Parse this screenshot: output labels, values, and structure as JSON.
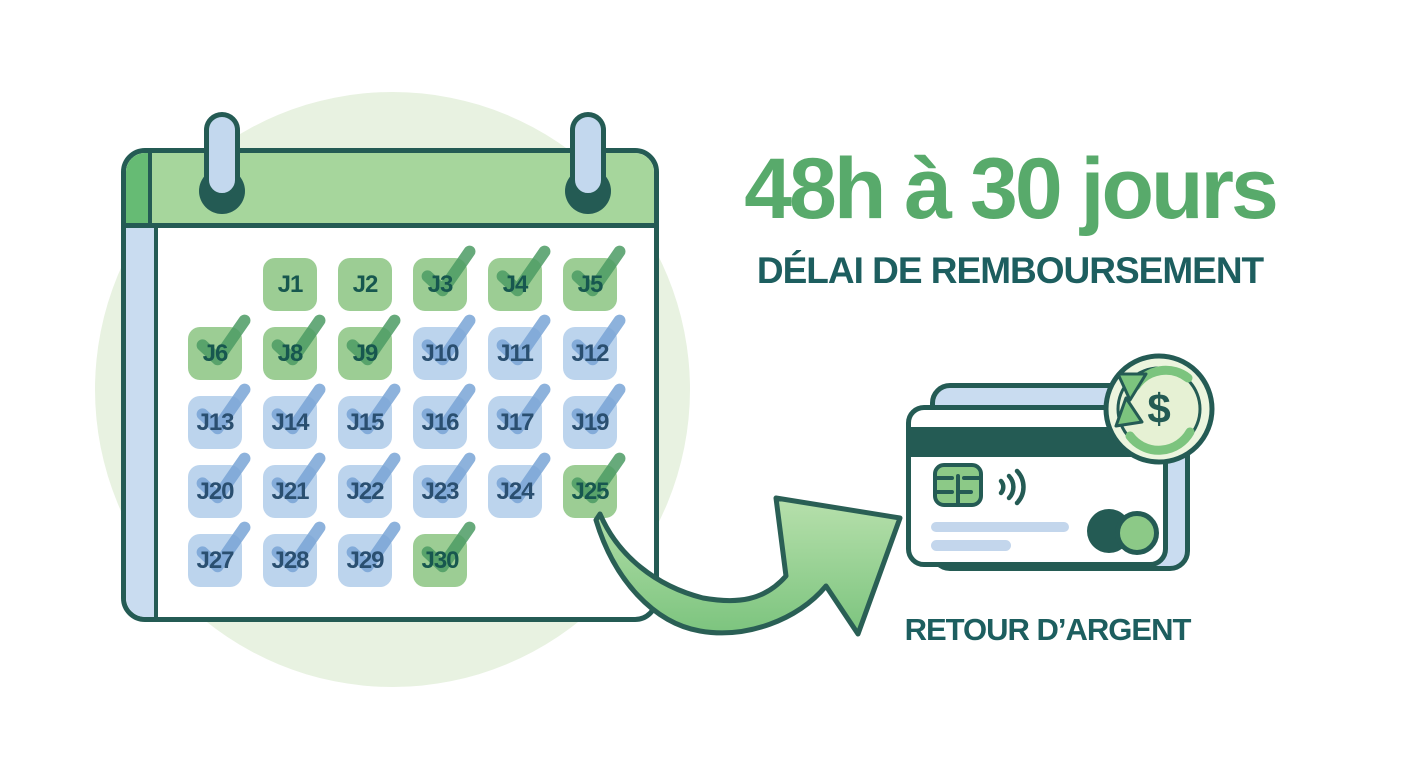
{
  "title": {
    "text": "48h à 30 jours"
  },
  "subtitle": {
    "text": "DÉLAI DE REMBOURSEMENT"
  },
  "caption": {
    "text": "RETOUR D’ARGENT"
  },
  "badge": {
    "dollar": "$"
  },
  "calendar": {
    "rows": 5,
    "cols": 6,
    "cells": [
      {
        "label": "J1",
        "row": 0,
        "col": 1,
        "variant": "green",
        "checked": false
      },
      {
        "label": "J2",
        "row": 0,
        "col": 2,
        "variant": "green",
        "checked": false
      },
      {
        "label": "J3",
        "row": 0,
        "col": 3,
        "variant": "green",
        "checked": true
      },
      {
        "label": "J4",
        "row": 0,
        "col": 4,
        "variant": "green",
        "checked": true
      },
      {
        "label": "J5",
        "row": 0,
        "col": 5,
        "variant": "green",
        "checked": true
      },
      {
        "label": "J6",
        "row": 1,
        "col": 0,
        "variant": "green",
        "checked": true
      },
      {
        "label": "J8",
        "row": 1,
        "col": 1,
        "variant": "green",
        "checked": true
      },
      {
        "label": "J9",
        "row": 1,
        "col": 2,
        "variant": "green",
        "checked": true
      },
      {
        "label": "J10",
        "row": 1,
        "col": 3,
        "variant": "blue",
        "checked": true
      },
      {
        "label": "J11",
        "row": 1,
        "col": 4,
        "variant": "blue",
        "checked": true
      },
      {
        "label": "J12",
        "row": 1,
        "col": 5,
        "variant": "blue",
        "checked": true
      },
      {
        "label": "J13",
        "row": 2,
        "col": 0,
        "variant": "blue",
        "checked": true
      },
      {
        "label": "J14",
        "row": 2,
        "col": 1,
        "variant": "blue",
        "checked": true
      },
      {
        "label": "J15",
        "row": 2,
        "col": 2,
        "variant": "blue",
        "checked": true
      },
      {
        "label": "J16",
        "row": 2,
        "col": 3,
        "variant": "blue",
        "checked": true
      },
      {
        "label": "J17",
        "row": 2,
        "col": 4,
        "variant": "blue",
        "checked": true
      },
      {
        "label": "J19",
        "row": 2,
        "col": 5,
        "variant": "blue",
        "checked": true
      },
      {
        "label": "J20",
        "row": 3,
        "col": 0,
        "variant": "blue",
        "checked": true
      },
      {
        "label": "J21",
        "row": 3,
        "col": 1,
        "variant": "blue",
        "checked": true
      },
      {
        "label": "J22",
        "row": 3,
        "col": 2,
        "variant": "blue",
        "checked": true
      },
      {
        "label": "J23",
        "row": 3,
        "col": 3,
        "variant": "blue",
        "checked": true
      },
      {
        "label": "J24",
        "row": 3,
        "col": 4,
        "variant": "blue",
        "checked": true
      },
      {
        "label": "J25",
        "row": 3,
        "col": 5,
        "variant": "green",
        "checked": true
      },
      {
        "label": "J27",
        "row": 4,
        "col": 0,
        "variant": "blue",
        "checked": true
      },
      {
        "label": "J28",
        "row": 4,
        "col": 1,
        "variant": "blue",
        "checked": true
      },
      {
        "label": "J29",
        "row": 4,
        "col": 2,
        "variant": "blue",
        "checked": true
      },
      {
        "label": "J30",
        "row": 4,
        "col": 3,
        "variant": "green",
        "checked": true
      }
    ]
  },
  "theme": {
    "background": "#ffffff",
    "bg_circle": "#e8f2e1",
    "outline": "#245b54",
    "header": "#a6d69c",
    "header_band": "#66bb74",
    "spine": "#c9dcf0",
    "ring": "#c3d8ee",
    "green_cell": "#9ccd94",
    "blue_cell": "#bcd4ed",
    "green_check": "#4d9c64",
    "blue_check": "#7aa5d6",
    "green_text": "#17574f",
    "blue_text": "#2a4f70",
    "title_color": "#58aa6b",
    "dark_text": "#1d5e5f",
    "card_back": "#c9dcf0",
    "card_line": "#c3d6ec",
    "chip_green": "#8cc987",
    "arrow_light": "#b7e0ac",
    "arrow_dark": "#7cc47e",
    "badge_bg": "#ecf5de",
    "badge_inner": "#e6f1d4",
    "badge_arrow": "#7cc47e"
  }
}
